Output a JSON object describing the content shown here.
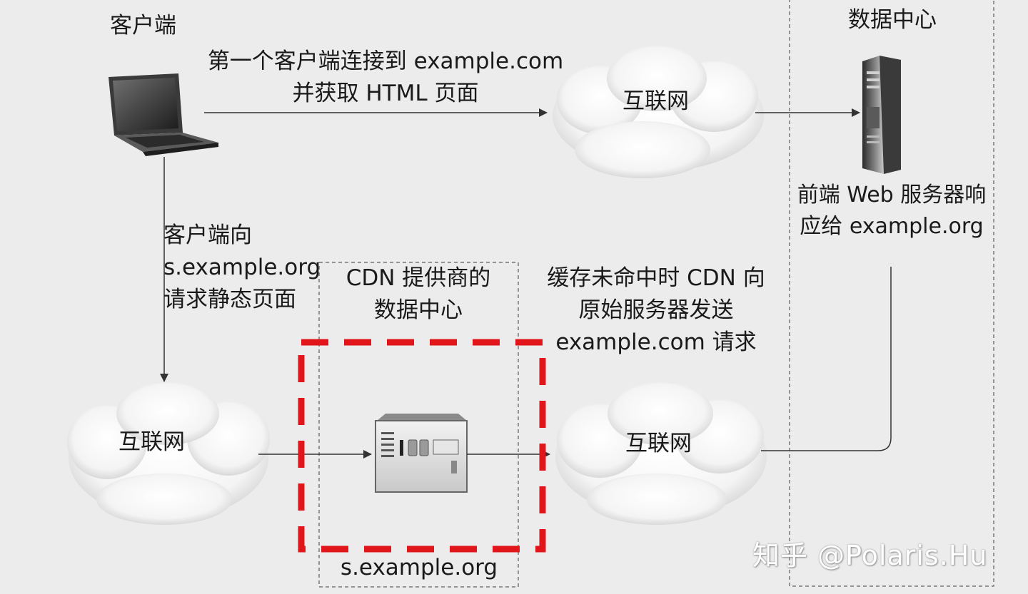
{
  "client": {
    "title": "客户端",
    "fetch_line1": "第一个客户端连接到 example.com",
    "fetch_line2": "并获取 HTML 页面",
    "request_line1": "客户端向",
    "request_line2": "s.example.org",
    "request_line3": "请求静态页面"
  },
  "internet": {
    "top_label": "互联网",
    "left_label": "互联网",
    "right_label": "互联网"
  },
  "datacenter": {
    "title": "数据中心",
    "server_line1": "前端 Web 服务器响",
    "server_line2": "应给 example.org"
  },
  "cdn": {
    "title_line1": "CDN 提供商的",
    "title_line2": "数据中心",
    "domain": "s.example.org"
  },
  "cache_miss": {
    "line1": "缓存未命中时 CDN 向",
    "line2": "原始服务器发送",
    "line3": "example.com 请求"
  },
  "watermark": "知乎 @Polaris.Hu",
  "colors": {
    "background": "#ececec",
    "highlight": "#e0161b",
    "arrow": "#333333",
    "dashed_box": "#777777"
  }
}
